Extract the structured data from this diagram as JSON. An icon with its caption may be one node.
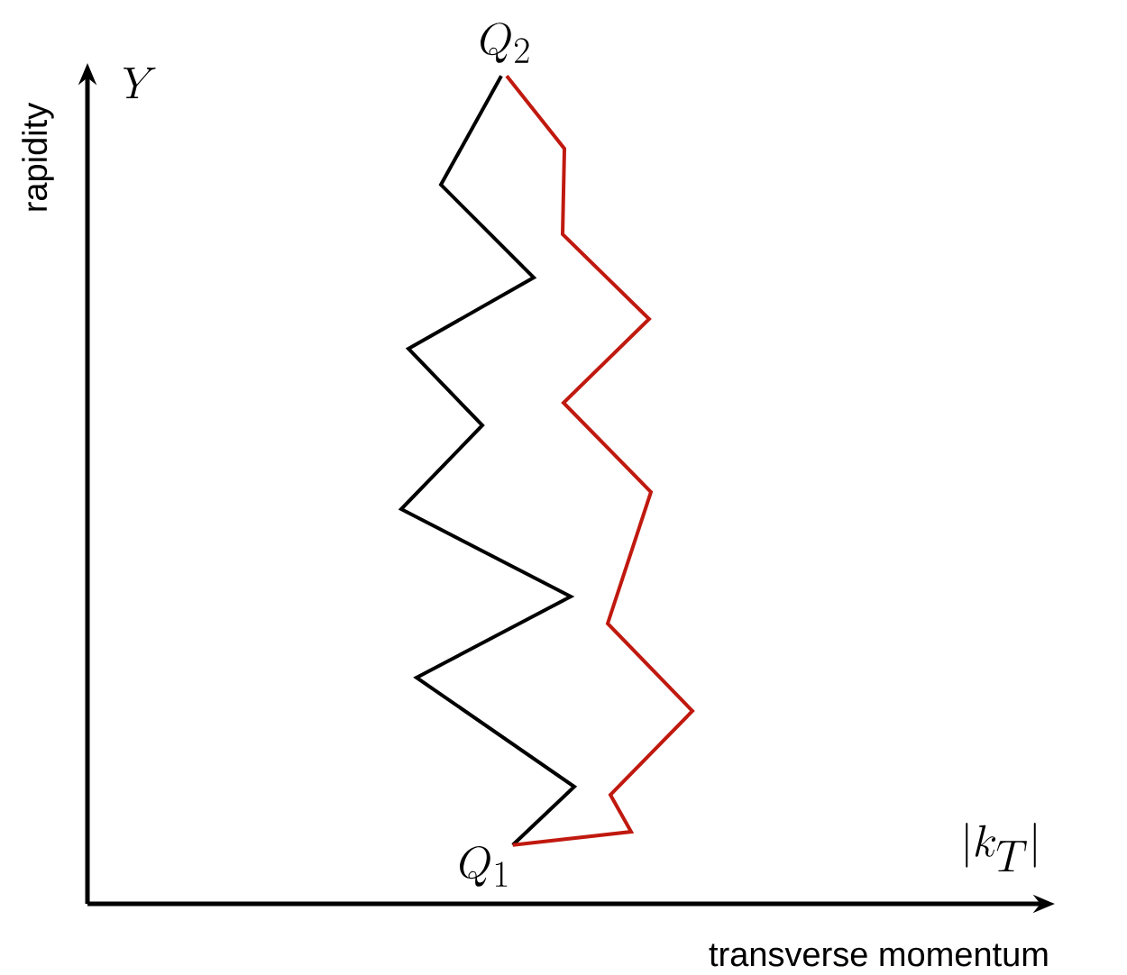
{
  "diagram": {
    "nodes": [
      {
        "text": [
          "Q_2"
        ]
      },
      {
        "text": [
          "Q_1"
        ]
      }
    ],
    "edges": [
      {
        "from": 1,
        "to": 0,
        "arrow": "none"
      },
      {
        "from": 1,
        "to": 0,
        "arrow": "none",
        "color": "#c0190f"
      }
    ],
    "labels": [
      "Y",
      "rapidity",
      "|k_T|",
      "transverse momentum"
    ]
  }
}
